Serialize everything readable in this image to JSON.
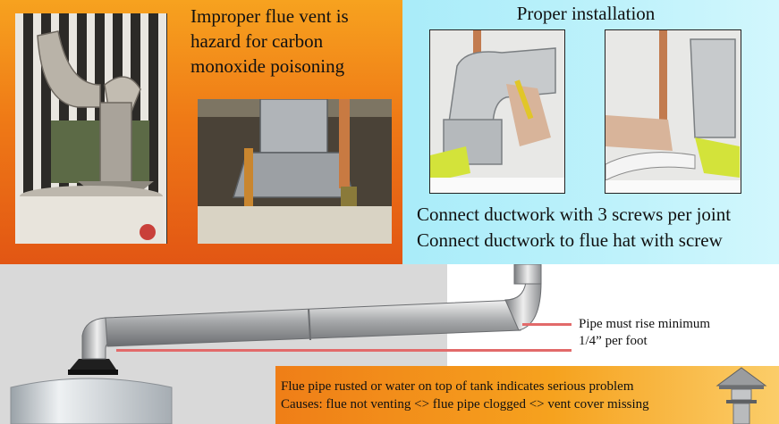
{
  "improper": {
    "line1": "Improper flue vent is",
    "line2": "hazard for carbon",
    "line3": "monoxide poisoning"
  },
  "proper": {
    "title": "Proper installation",
    "instruction1": "Connect ductwork with 3 screws per joint",
    "instruction2": "Connect ductwork to flue hat with screw"
  },
  "pipe_note": {
    "line1": "Pipe must rise minimum",
    "line2": "1/4” per foot"
  },
  "warning": {
    "line1": "Flue pipe rusted or water on top of tank indicates serious problem",
    "line2": "Causes: flue not venting <> flue pipe clogged <> vent cover missing"
  },
  "colors": {
    "left_panel": "#ef7a16",
    "right_panel": "#bff2fb",
    "indicator_line": "#e26a6a"
  }
}
